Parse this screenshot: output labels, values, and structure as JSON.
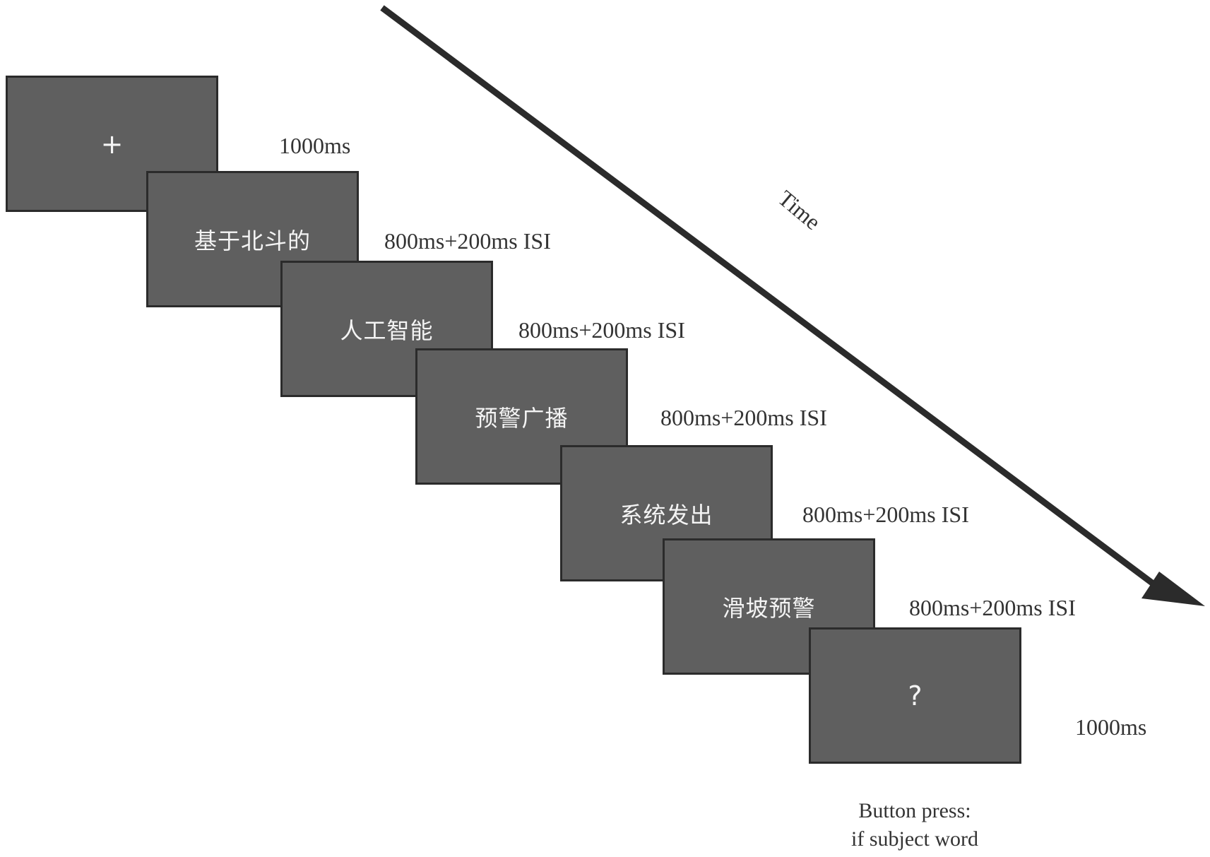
{
  "time_axis": {
    "label": "Time",
    "color": "#2b2b2b"
  },
  "colors": {
    "screen_fill": "#5f5f5f",
    "screen_border": "#2b2b2b",
    "screen_text": "#f4f4f4",
    "label_text": "#333333"
  },
  "screens": [
    {
      "content": "+",
      "duration": "1000ms"
    },
    {
      "content": "基于北斗的",
      "duration": "800ms+200ms ISI"
    },
    {
      "content": "人工智能",
      "duration": "800ms+200ms ISI"
    },
    {
      "content": "预警广播",
      "duration": "800ms+200ms ISI"
    },
    {
      "content": "系统发出",
      "duration": "800ms+200ms ISI"
    },
    {
      "content": "滑坡预警",
      "duration": "800ms+200ms ISI"
    },
    {
      "content": "?",
      "duration": "1000ms"
    }
  ],
  "response": {
    "line1": "Button press:",
    "line2": "if subject word"
  }
}
